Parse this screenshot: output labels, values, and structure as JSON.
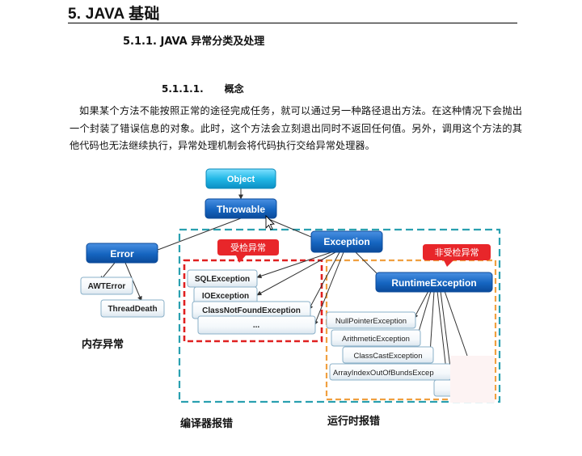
{
  "heading1": "5. JAVA 基础",
  "heading2": "5.1.1.  JAVA 异常分类及处理",
  "heading3": {
    "number": "5.1.1.1.",
    "title": "概念"
  },
  "paragraph": "如果某个方法不能按照正常的途径完成任务，就可以通过另一种路径退出方法。在这种情况下会抛出一个封装了错误信息的对象。此时，这个方法会立刻退出同时不返回任何值。另外，调用这个方法的其他代码也无法继续执行，异常处理机制会将代码执行交给异常处理器。",
  "diagram": {
    "object": "Object",
    "throwable": "Throwable",
    "error": "Error",
    "exception": "Exception",
    "awt_error": "AWTError",
    "thread_death": "ThreadDeath",
    "memory_error_label": "内存异常",
    "checked_tag": "受检异常",
    "unchecked_tag": "非受检异常",
    "sql_exception": "SQLException",
    "io_exception": "IOException",
    "class_not_found": "ClassNotFoundException",
    "ellipsis": "...",
    "runtime_exception": "RuntimeException",
    "null_pointer": "NullPointerException",
    "arithmetic": "ArithmeticException",
    "class_cast": "ClassCastException",
    "array_index": "ArrayIndexOutOfBundsExcep",
    "compile_error_label": "编译器报错",
    "runtime_error_label": "运行时报错"
  },
  "colors": {
    "cyan_box": "#22b8e6",
    "blue_box": "#1565c0",
    "red_tag": "#e8262a",
    "teal_dash": "#2aa0b0",
    "red_dash": "#e02020",
    "orange_dash": "#f0a040"
  }
}
